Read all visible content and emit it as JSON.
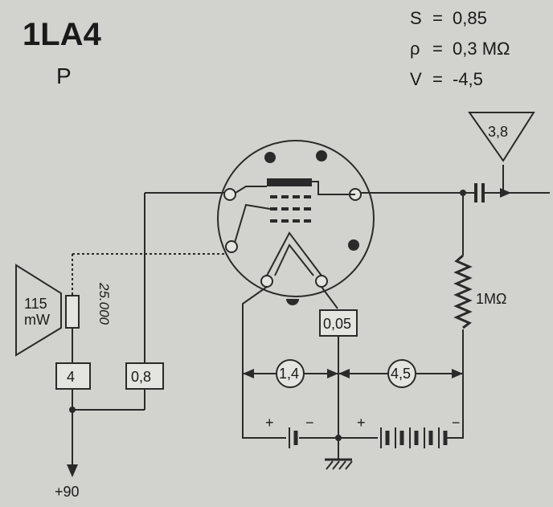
{
  "tube": {
    "name": "1LA4",
    "suffix": "P"
  },
  "specs": [
    {
      "symbol": "S",
      "eq": "=",
      "value": "0,85"
    },
    {
      "symbol": "ρ",
      "eq": "=",
      "value": "0,3 MΩ"
    },
    {
      "symbol": "V",
      "eq": "=",
      "value": "-4,5"
    }
  ],
  "components": {
    "antenna_value": "3,8",
    "grid_resistor": "1MΩ",
    "speaker_power": "115",
    "speaker_unit": "mW",
    "speaker_transformer": "25.000",
    "box_4": "4",
    "box_08": "0,8",
    "box_005": "0,05",
    "filament_voltage": "1,4",
    "bias_voltage": "4,5",
    "plate_supply": "+90",
    "plus_1": "+",
    "minus_1": "−",
    "plus_2": "+",
    "minus_2": "−"
  }
}
